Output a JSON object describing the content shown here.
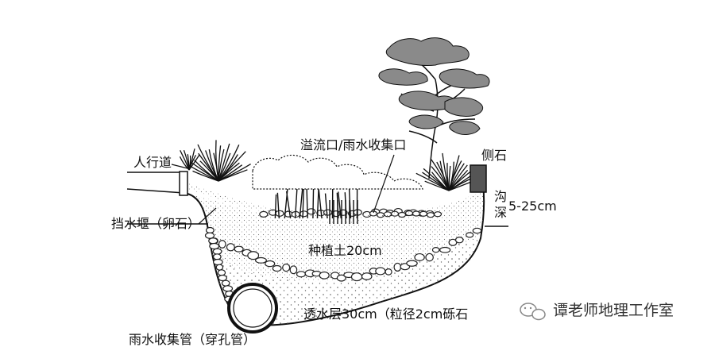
{
  "labels": {
    "sidewalk": "人行道",
    "overflow_inlet": "溢流口/雨水收集口",
    "curb": "侧石",
    "ditch_char1": "沟",
    "ditch_char2": "深",
    "ditch_depth": "5-25cm",
    "retaining": "挡水堰（卵石）",
    "planting_soil": "种植土20cm",
    "permeable_layer": "透水层30cm（粒径2cm砾石",
    "collection_pipe": "雨水收集管（穿孔管）"
  },
  "watermark": {
    "text": "谭老师地理工作室",
    "icon": "wechat-icon"
  },
  "colors": {
    "line": "#111111",
    "canopy": "#8a8a8a",
    "curb_fill": "#555555",
    "background": "#ffffff"
  }
}
